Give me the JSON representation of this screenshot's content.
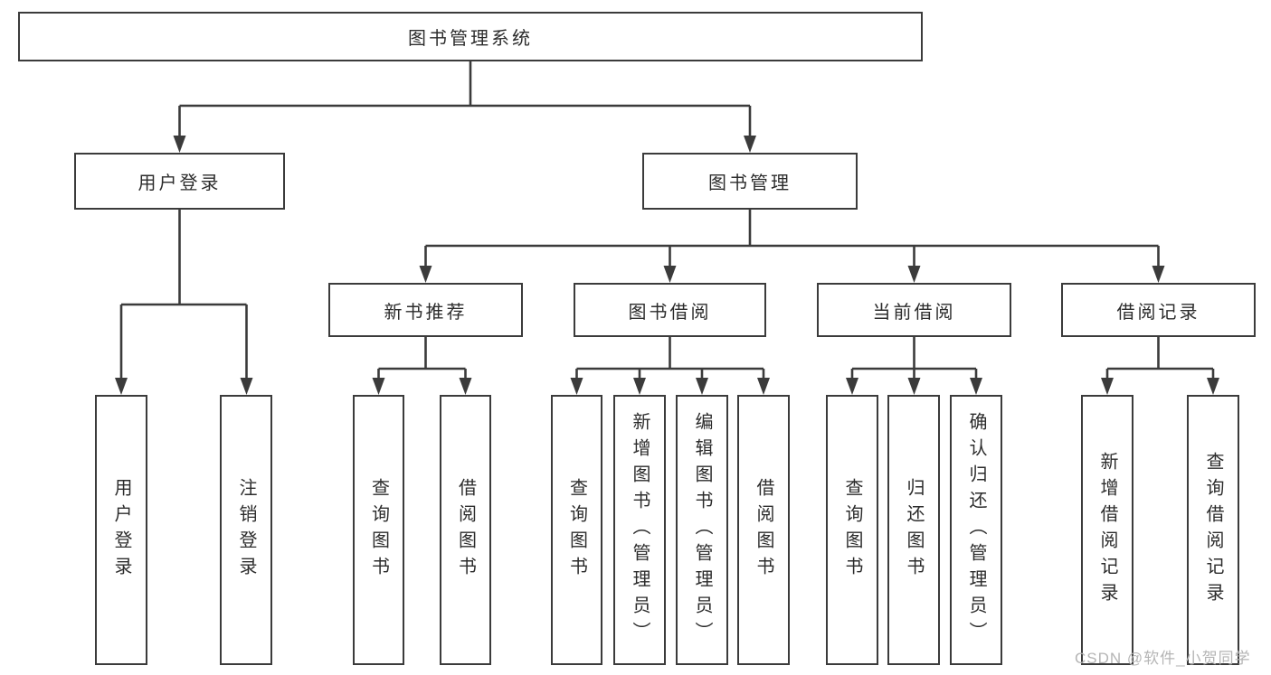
{
  "diagram": {
    "title": "图书管理系统",
    "root": {
      "label": "图书管理系统"
    },
    "level2": [
      {
        "label": "用户登录",
        "children": [
          "用户登录",
          "注销登录"
        ]
      },
      {
        "label": "图书管理"
      }
    ],
    "level3": [
      {
        "label": "新书推荐",
        "children": [
          "查询图书",
          "借阅图书"
        ]
      },
      {
        "label": "图书借阅",
        "children": [
          "查询图书",
          "新增图书（管理员）",
          "编辑图书（管理员）",
          "借阅图书"
        ]
      },
      {
        "label": "当前借阅",
        "children": [
          "查询图书",
          "归还图书",
          "确认归还（管理员）"
        ]
      },
      {
        "label": "借阅记录",
        "children": [
          "新增借阅记录",
          "查询借阅记录"
        ]
      }
    ]
  },
  "watermark": {
    "text": "CSDN @软件_小贺同学"
  },
  "colors": {
    "line": "#3b3b3b",
    "text": "#2c2c2c",
    "background": "#ffffff",
    "watermark": "#b5b5b5"
  }
}
